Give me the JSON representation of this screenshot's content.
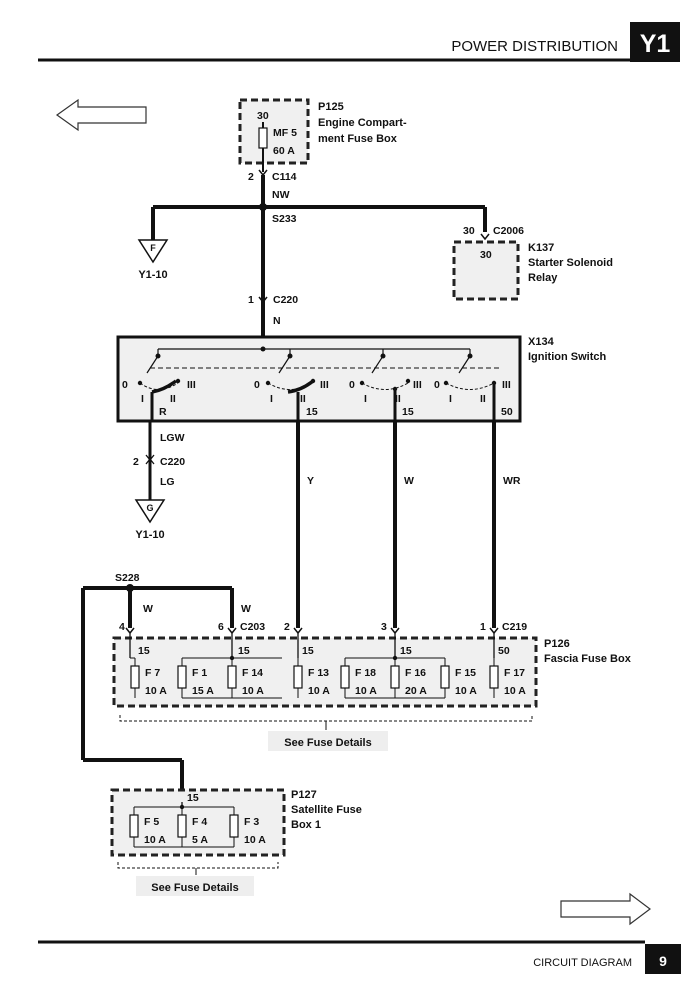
{
  "header": {
    "title": "POWER DISTRIBUTION",
    "badge": "Y1"
  },
  "footer": {
    "label": "CIRCUIT DIAGRAM",
    "page": "9"
  },
  "p125": {
    "id": "P125",
    "name1": "Engine Compart-",
    "name2": "ment Fuse Box",
    "pin": "30",
    "fuse": "MF 5",
    "rating": "60 A"
  },
  "c114": {
    "pin": "2",
    "id": "C114",
    "wire": "NW"
  },
  "s233": "S233",
  "ref_f": {
    "letter": "F",
    "ref": "Y1-10"
  },
  "c2006": {
    "pin": "30",
    "id": "C2006"
  },
  "k137": {
    "id": "K137",
    "name1": "Starter Solenoid",
    "name2": "Relay",
    "pin": "30"
  },
  "c220_top": {
    "pin": "1",
    "id": "C220",
    "wire": "N"
  },
  "x134": {
    "id": "X134",
    "name": "Ignition Switch",
    "pos0": "0",
    "posI": "I",
    "posII": "II",
    "posIII": "III",
    "out1": "R",
    "out2": "15",
    "out3": "15",
    "out4": "50"
  },
  "wire_lgw": "LGW",
  "c220_bot": {
    "pin": "2",
    "id": "C220",
    "wire": "LG"
  },
  "ref_g": {
    "letter": "G",
    "ref": "Y1-10"
  },
  "wires": {
    "y": "Y",
    "w": "W",
    "wr": "WR"
  },
  "s228": "S228",
  "c203": {
    "wire_a": "W",
    "wire_b": "W",
    "pin_a": "4",
    "pin_b": "6",
    "id": "C203"
  },
  "c219": {
    "pin_a": "2",
    "pin_b": "3",
    "pin_c": "1",
    "id": "C219"
  },
  "p126": {
    "id": "P126",
    "name": "Fascia Fuse Box",
    "feeds": [
      "15",
      "15",
      "15",
      "15",
      "50"
    ],
    "fuses": [
      {
        "name": "F 7",
        "rating": "10 A"
      },
      {
        "name": "F 1",
        "rating": "15 A"
      },
      {
        "name": "F 14",
        "rating": "10 A"
      },
      {
        "name": "F 13",
        "rating": "10 A"
      },
      {
        "name": "F 18",
        "rating": "10 A"
      },
      {
        "name": "F 16",
        "rating": "20 A"
      },
      {
        "name": "F 15",
        "rating": "10 A"
      },
      {
        "name": "F 17",
        "rating": "10 A"
      }
    ],
    "details": "See Fuse Details"
  },
  "p127": {
    "id": "P127",
    "name1": "Satellite Fuse",
    "name2": "Box 1",
    "feed": "15",
    "fuses": [
      {
        "name": "F 5",
        "rating": "10 A"
      },
      {
        "name": "F 4",
        "rating": "5 A"
      },
      {
        "name": "F 3",
        "rating": "10 A"
      }
    ],
    "details": "See Fuse Details"
  }
}
